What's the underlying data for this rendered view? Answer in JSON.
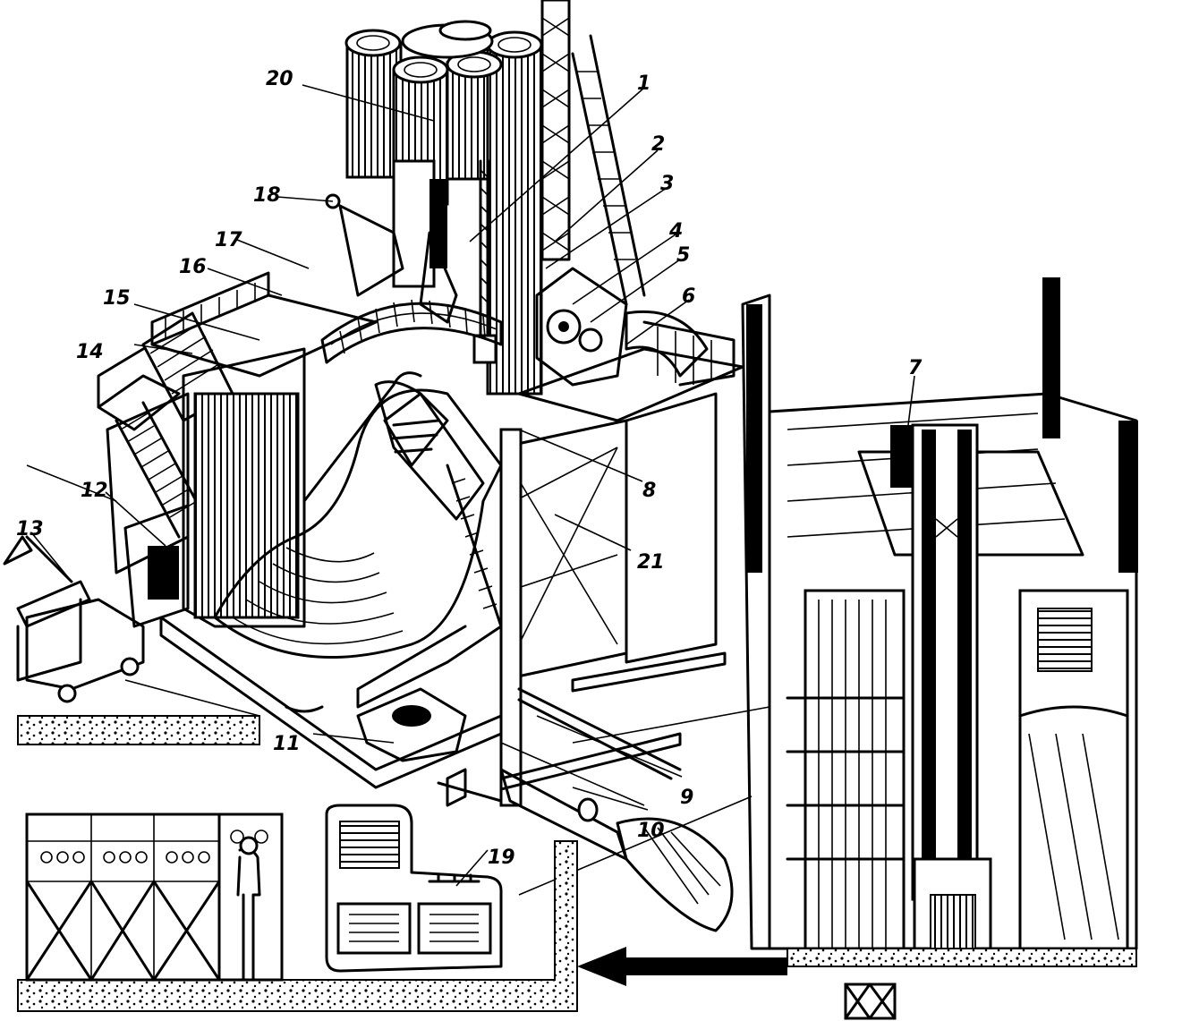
{
  "callouts": [
    {
      "id": "label-1",
      "text": "1"
    },
    {
      "id": "label-2",
      "text": "2"
    },
    {
      "id": "label-3",
      "text": "3"
    },
    {
      "id": "label-4",
      "text": "4"
    },
    {
      "id": "label-5",
      "text": "5"
    },
    {
      "id": "label-6",
      "text": "6"
    },
    {
      "id": "label-7",
      "text": "7"
    },
    {
      "id": "label-8",
      "text": "8"
    },
    {
      "id": "label-9",
      "text": "9"
    },
    {
      "id": "label-10",
      "text": "10"
    },
    {
      "id": "label-11",
      "text": "11"
    },
    {
      "id": "label-12",
      "text": "12"
    },
    {
      "id": "label-13",
      "text": "13"
    },
    {
      "id": "label-14",
      "text": "14"
    },
    {
      "id": "label-15",
      "text": "15"
    },
    {
      "id": "label-16",
      "text": "16"
    },
    {
      "id": "label-17",
      "text": "17"
    },
    {
      "id": "label-18",
      "text": "18"
    },
    {
      "id": "label-19",
      "text": "19"
    },
    {
      "id": "label-20",
      "text": "20"
    },
    {
      "id": "label-21",
      "text": "21"
    }
  ]
}
